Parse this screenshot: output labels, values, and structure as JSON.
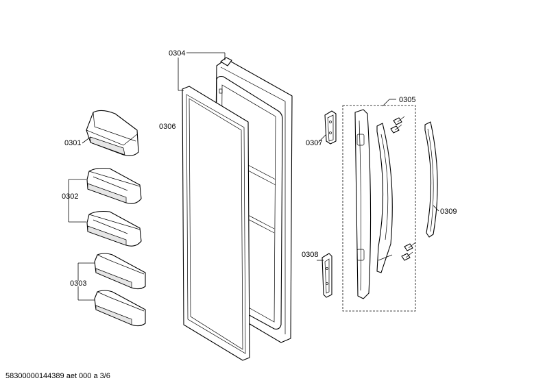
{
  "diagram": {
    "parts": [
      {
        "id": "p0301",
        "label": "0301"
      },
      {
        "id": "p0302",
        "label": "0302"
      },
      {
        "id": "p0303",
        "label": "0303"
      },
      {
        "id": "p0304",
        "label": "0304"
      },
      {
        "id": "p0305",
        "label": "0305"
      },
      {
        "id": "p0306",
        "label": "0306"
      },
      {
        "id": "p0307",
        "label": "0307"
      },
      {
        "id": "p0308",
        "label": "0308"
      },
      {
        "id": "p0309",
        "label": "0309"
      }
    ],
    "footer": "58300000144389 aet 000 a 3/6"
  }
}
